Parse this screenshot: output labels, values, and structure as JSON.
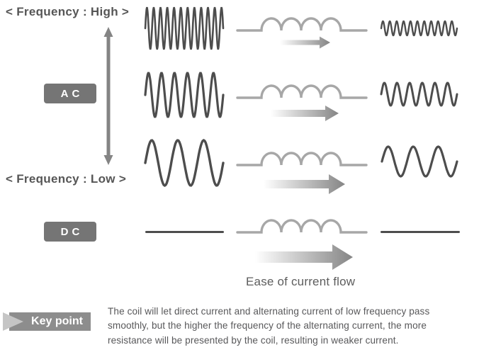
{
  "diagram": {
    "title_high": "< Frequency : High >",
    "title_low": "< Frequency : Low >",
    "ac_label": "AC",
    "dc_label": "DC",
    "ease_of_flow_label": "Ease of current flow",
    "key_point": {
      "label": "Key point",
      "text": "The coil will let direct current and alternating current of low frequency pass\nsmoothly, but the higher the frequency of the alternating current, the more\nresistance will be presented by the coil, resulting in weaker current."
    },
    "colors": {
      "wave": "#4d4d4d",
      "coil": "#a7a7a7",
      "axis_arrow": "#848484",
      "label_box": "#757575",
      "flow_arrow": "#858585",
      "key_point_box": "#8d8d8d",
      "key_point_triangle": "#c5c5c5",
      "heading_text": "#565656",
      "body_text": "#58585a"
    },
    "rows": [
      {
        "name": "ac-high-frequency",
        "input_wave": {
          "cycles": 11.5,
          "amplitude": 29,
          "stroke": 2.6
        },
        "output_wave": {
          "cycles": 11,
          "amplitude": 10,
          "stroke": 2.4
        },
        "flow_arrow": {
          "shaft": 7,
          "head_height": 17,
          "head_length": 15
        }
      },
      {
        "name": "ac-mid-frequency",
        "input_wave": {
          "cycles": 6,
          "amplitude": 31,
          "stroke": 3.2
        },
        "output_wave": {
          "cycles": 6,
          "amplitude": 16,
          "stroke": 3
        },
        "flow_arrow": {
          "shaft": 10,
          "head_height": 22,
          "head_length": 19
        }
      },
      {
        "name": "ac-low-frequency",
        "input_wave": {
          "cycles": 3,
          "amplitude": 32,
          "stroke": 3.4
        },
        "output_wave": {
          "cycles": 3,
          "amplitude": 21,
          "stroke": 3.2
        },
        "flow_arrow": {
          "shaft": 12,
          "head_height": 28,
          "head_length": 23
        }
      },
      {
        "name": "dc",
        "flow_arrow": {
          "shaft": 16,
          "head_height": 36,
          "head_length": 29
        }
      }
    ]
  }
}
